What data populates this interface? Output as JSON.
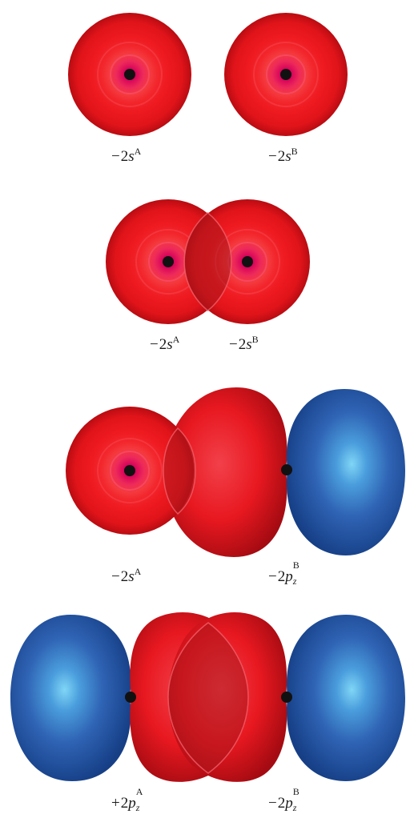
{
  "colors": {
    "red": "#e0131c",
    "red_dark": "#8f0a10",
    "red_core": "#c8003c",
    "blue": "#2f63b4",
    "blue_dark": "#143a7c",
    "blue_light": "#6ec8f0",
    "nucleus": "#111111"
  },
  "rows": [
    {
      "name": "row1",
      "labels": [
        {
          "sign": "−",
          "n": "2",
          "orb": "s",
          "sup": "A",
          "sub": ""
        },
        {
          "sign": "−",
          "n": "2",
          "orb": "s",
          "sup": "B",
          "sub": ""
        }
      ]
    },
    {
      "name": "row2",
      "labels": [
        {
          "sign": "−",
          "n": "2",
          "orb": "s",
          "sup": "A",
          "sub": ""
        },
        {
          "sign": "−",
          "n": "2",
          "orb": "s",
          "sup": "B",
          "sub": ""
        }
      ]
    },
    {
      "name": "row3",
      "labels": [
        {
          "sign": "−",
          "n": "2",
          "orb": "s",
          "sup": "A",
          "sub": ""
        },
        {
          "sign": "−",
          "n": "2",
          "orb": "p",
          "sup": "B",
          "sub": "z"
        }
      ]
    },
    {
      "name": "row4",
      "labels": [
        {
          "sign": "+",
          "n": "2",
          "orb": "p",
          "sup": "A",
          "sub": "z"
        },
        {
          "sign": "−",
          "n": "2",
          "orb": "p",
          "sup": "B",
          "sub": "z"
        }
      ]
    }
  ]
}
